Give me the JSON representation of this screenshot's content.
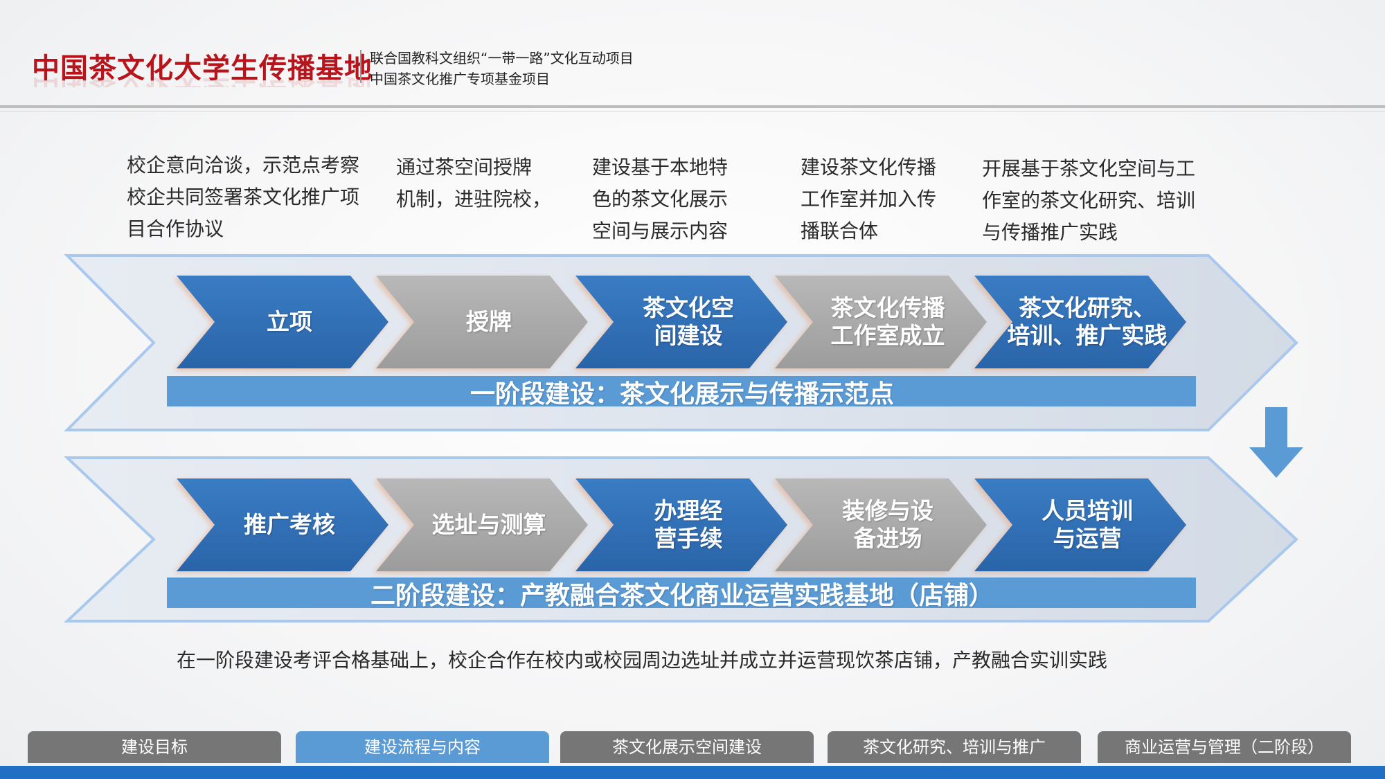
{
  "header": {
    "brand": "中国茶文化大学生传播基地",
    "subtitle_1": "联合国教科文组织“一带一路”文化互动项目",
    "subtitle_2": "中国茶文化推广专项基金项目"
  },
  "descriptions": [
    [
      "校企意向洽谈，示范点考察",
      "校企共同签署茶文化推广项",
      "目合作协议"
    ],
    [
      "通过茶空间授牌",
      "机制，进驻院校，"
    ],
    [
      "建设基于本地特",
      "色的茶文化展示",
      "空间与展示内容"
    ],
    [
      "建设茶文化传播",
      "工作室并加入传",
      "播联合体"
    ],
    [
      "开展基于茶文化空间与工",
      "作室的茶文化研究、培训",
      "与传播推广实践"
    ]
  ],
  "stage1": {
    "band_label": "一阶段建设：茶文化展示与传播示范点",
    "steps": [
      {
        "lines": [
          "立项"
        ],
        "style": "blue"
      },
      {
        "lines": [
          "授牌"
        ],
        "style": "gray"
      },
      {
        "lines": [
          "茶文化空",
          "间建设"
        ],
        "style": "blue"
      },
      {
        "lines": [
          "茶文化传播",
          "工作室成立"
        ],
        "style": "gray"
      },
      {
        "lines": [
          "茶文化研究、",
          "培训、推广实践"
        ],
        "style": "blue"
      }
    ]
  },
  "stage2": {
    "band_label": "二阶段建设：产教融合茶文化商业运营实践基地（店铺）",
    "steps": [
      {
        "lines": [
          "推广考核"
        ],
        "style": "blue"
      },
      {
        "lines": [
          "选址与测算"
        ],
        "style": "gray"
      },
      {
        "lines": [
          "办理经",
          "营手续"
        ],
        "style": "blue"
      },
      {
        "lines": [
          "装修与设",
          "备进场"
        ],
        "style": "gray"
      },
      {
        "lines": [
          "人员培训",
          "与运营"
        ],
        "style": "blue"
      }
    ]
  },
  "note": "在一阶段建设考评合格基础上，校企合作在校内或校园周边选址并成立并运营现饮茶店铺，产教融合实训实践",
  "tabs": [
    {
      "label": "建设目标",
      "active": false
    },
    {
      "label": "建设流程与内容",
      "active": true
    },
    {
      "label": "茶文化展示空间建设",
      "active": false
    },
    {
      "label": "茶文化研究、培训与推广",
      "active": false
    },
    {
      "label": "商业运营与管理（二阶段）",
      "active": false
    }
  ],
  "colors": {
    "brand_red": "#b8141c",
    "step_blue": "#2e6fb5",
    "step_gray": "#a9a9a9",
    "band_blue": "#5b9bd5",
    "tab_active": "#5b9bd5",
    "tab_inactive": "#767676",
    "bottom_bar": "#1f6fc4"
  }
}
